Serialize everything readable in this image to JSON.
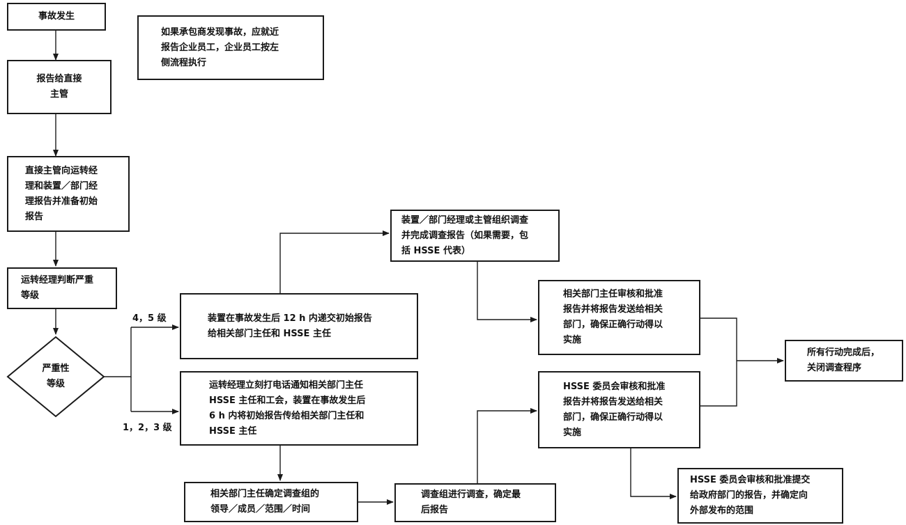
{
  "nodes": {
    "accident": "事故发生",
    "note": "如果承包商发现事故，应就近\n报告企业员工，企业员工按左\n侧流程执行",
    "report_supervisor": "报告给直接\n主管",
    "supervisor_report": "直接主管向运转经\n理和装置／部门经\n理报告并准备初始\n报告",
    "judge_severity": "运转经理判断严重\n等级",
    "severity_level": "严重性\n等级",
    "initial_report_12h": "装置在事故发生后 12 h 内递交初始报告\n给相关部门主任和 HSSE 主任",
    "phone_notify": "运转经理立刻打电话通知相关部门主任\nHSSE 主任和工会，装置在事故发生后\n6 h 内将初始报告传给相关部门主任和\nHSSE 主任",
    "dept_investigation": "装置／部门经理或主管组织调查\n并完成调查报告（如果需要，包\n括 HSSE 代表）",
    "dept_director_review": "相关部门主任审核和批准\n报告并将报告发送给相关\n部门，确保正确行动得以\n实施",
    "hsse_committee_review": "HSSE 委员会审核和批准\n报告并将报告发送给相关\n部门，确保正确行动得以\n实施",
    "close_investigation": "所有行动完成后，\n关闭调查程序",
    "determine_team": "相关部门主任确定调查组的\n领导／成员／范围／时间",
    "team_investigates": "调查组进行调查，确定最\n后报告",
    "hsse_gov_report": "HSSE 委员会审核和批准提交\n给政府部门的报告，并确定向\n外部发布的范围"
  },
  "branches": {
    "level_45": "4，5 级",
    "level_123": "1，2，3 级"
  }
}
